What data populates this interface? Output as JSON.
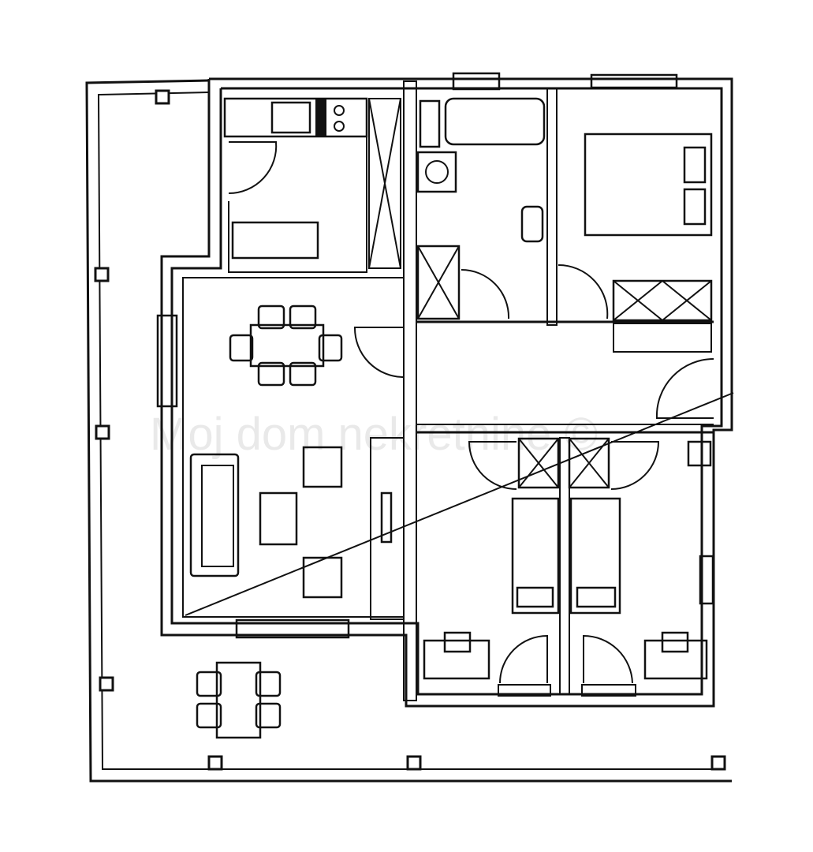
{
  "watermark": "Moj dom nekretnine ©",
  "plan": {
    "rooms": [
      "terrace",
      "kitchen",
      "living-dining",
      "bathroom",
      "bedroom-1",
      "hallway",
      "bedroom-2"
    ]
  },
  "colors": {
    "line": "#111111",
    "background": "#ffffff",
    "watermark": "#e9e9e9"
  }
}
